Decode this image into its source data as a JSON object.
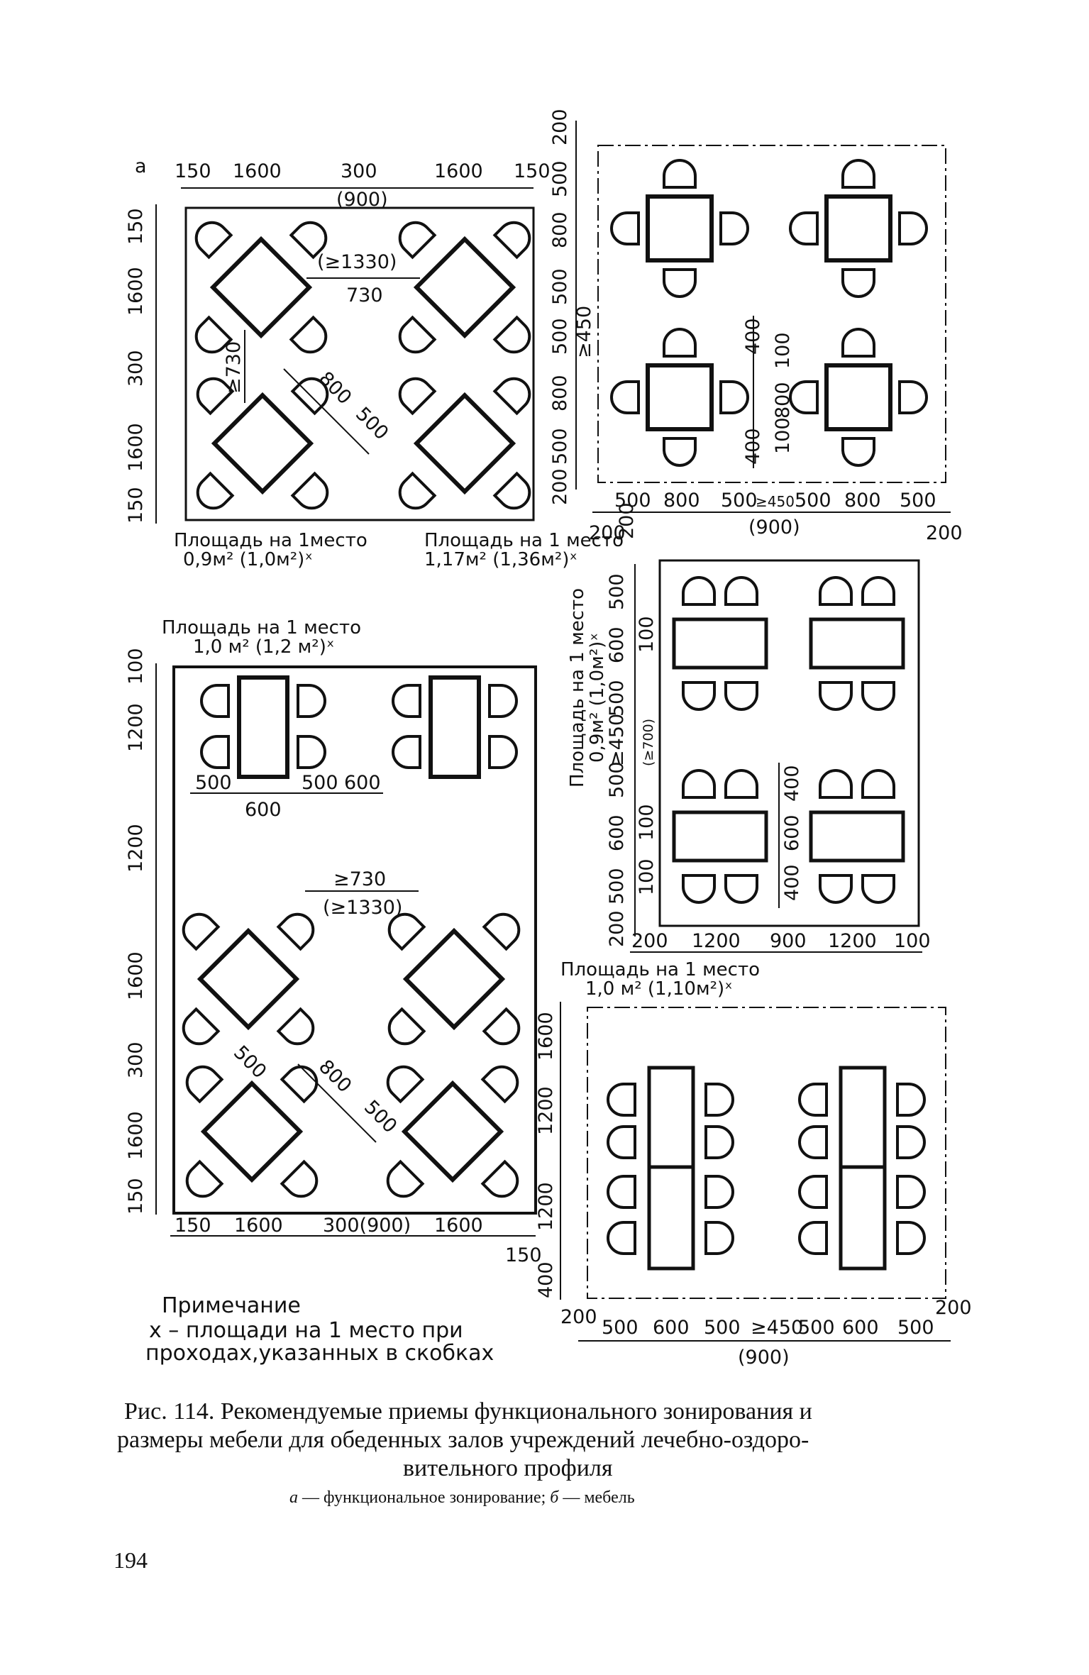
{
  "panel_a": {
    "letter": "a",
    "top_dims": [
      "150",
      "1600",
      "300",
      "(900)",
      "1600",
      "150"
    ],
    "left_dims": [
      "150",
      "1600",
      "300",
      "1600",
      "150"
    ],
    "gap_labels": [
      "(≥1330)",
      "730",
      "≥730"
    ],
    "chair_labels": [
      "800",
      "500"
    ],
    "area_label": "Площадь на 1место",
    "area_value": "0,9м² (1,0м²)ˣ"
  },
  "panel_b": {
    "left_dims": [
      "200",
      "500",
      "800",
      "500",
      "500",
      "≥450",
      "800",
      "500",
      "200"
    ],
    "bottom_dims": [
      "200",
      "500",
      "800",
      "500",
      "≥450",
      "500",
      "800",
      "500",
      "200",
      "200",
      "(900)"
    ],
    "inner_dims": [
      "400",
      "100",
      "800",
      "100",
      "400"
    ],
    "area_label": "Площадь на 1 место",
    "area_value": "1,17м² (1,36м²)ˣ"
  },
  "panel_c": {
    "area_label": "Площадь на 1 место",
    "area_value": "1,0 м² (1,2 м²)ˣ",
    "left_dims": [
      "100",
      "1200",
      "1200",
      "1600",
      "300",
      "1600",
      "150"
    ],
    "mid_dims": [
      "500",
      "600",
      "500",
      "600"
    ],
    "gap_labels": [
      "≥730",
      "(≥1330)"
    ],
    "chair_labels": [
      "500",
      "800",
      "500"
    ],
    "bottom_dims": [
      "150",
      "1600",
      "300(900)",
      "1600",
      "150"
    ]
  },
  "panel_d": {
    "area_label": "Площадь на 1 место",
    "area_value": "0,9м² (1,0м²)ˣ",
    "left_dims": [
      "500",
      "600",
      "100",
      "500",
      "≥450",
      "(≥700)",
      "500",
      "100",
      "600",
      "100",
      "500",
      "200"
    ],
    "inner_dims": [
      "400",
      "600",
      "400"
    ],
    "bottom_dims": [
      "200",
      "1200",
      "900",
      "1200",
      "100"
    ]
  },
  "panel_e": {
    "area_label": "Площадь на 1 место",
    "area_value": "1,0 м² (1,10м²)ˣ",
    "left_dims": [
      "1600",
      "1200",
      "1200",
      "400"
    ],
    "bottom_dims": [
      "200",
      "500",
      "600",
      "500",
      "≥450",
      "500",
      "600",
      "500",
      "200",
      "(900)"
    ]
  },
  "note": {
    "title": "Примечание",
    "line1": "х – площади на 1 место при",
    "line2": "проходах,указанных в скобках"
  },
  "caption": {
    "line1": "Рис. 114. Рекомендуемые приемы функционального зонирования и",
    "line2": "размеры мебели для обеденных залов учреждений лечебно-оздоро-",
    "line3": "вительного профиля",
    "sub_a": "а",
    "sub_text": " — функциональное зонирование; ",
    "sub_b": "б",
    "sub_text2": " — мебель"
  },
  "page_number": "194"
}
